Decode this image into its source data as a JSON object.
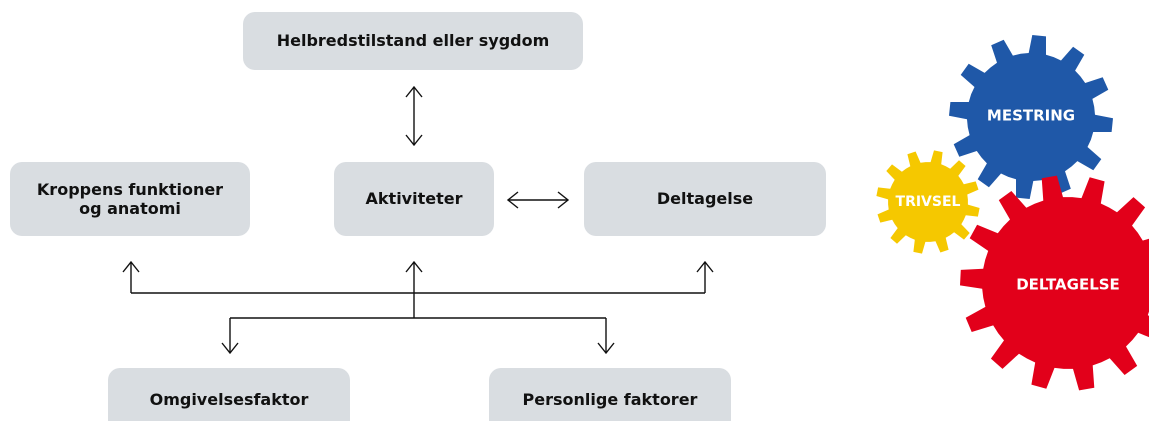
{
  "diagram": {
    "boxes": {
      "health": "Helbredstilstand eller sygdom",
      "body": "Kroppens funktioner og anatomi",
      "activities": "Aktiviteter",
      "participation": "Deltagelse",
      "environment": "Omgivelsesfaktor",
      "personal": "Personlige faktorer"
    },
    "box_color": "#d9dde1",
    "line_color": "#111111"
  },
  "gears": {
    "mestring": {
      "label": "MESTRING",
      "color": "#1f58a8"
    },
    "trivsel": {
      "label": "TRIVSEL",
      "color": "#f5c800"
    },
    "deltagelse": {
      "label": "DELTAGELSE",
      "color": "#e2001a"
    }
  }
}
